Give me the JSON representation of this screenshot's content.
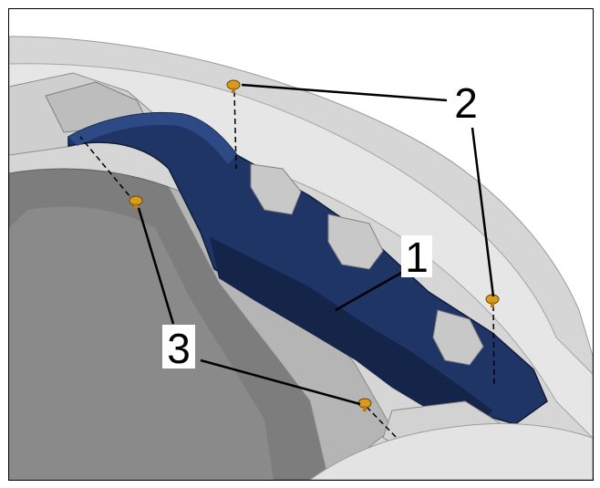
{
  "diagram": {
    "callouts": [
      {
        "id": "1",
        "label": "1",
        "part": "blue-cross-member-panel"
      },
      {
        "id": "2",
        "label": "2",
        "part": "upper-screws"
      },
      {
        "id": "3",
        "label": "3",
        "part": "lower-screws"
      }
    ],
    "colors": {
      "panel_blue": "#1f3566",
      "panel_blue_dark": "#142549",
      "body_light": "#d9d9d9",
      "body_mid": "#bdbdbd",
      "body_shadow": "#8c8c8c",
      "trunk_floor": "#7a7a7a",
      "screw_gold": "#d99a1e"
    }
  }
}
